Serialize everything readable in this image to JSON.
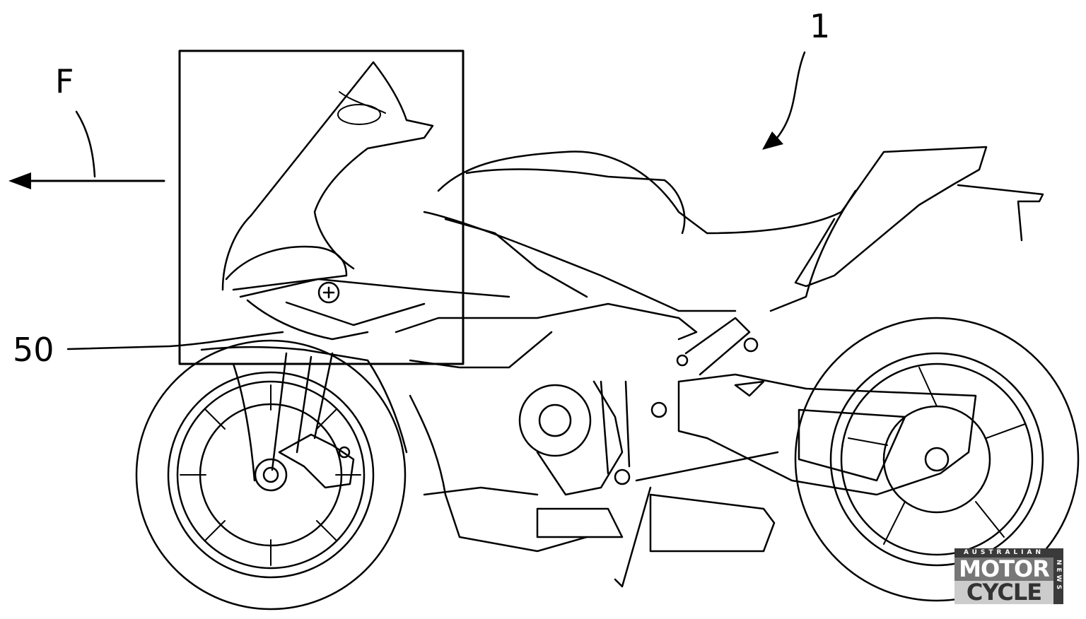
{
  "labels": {
    "vehicle_ref": "1",
    "direction_ref": "F",
    "component_ref": "50"
  },
  "logo": {
    "top": "AUSTRALIAN",
    "line1": "MOTOR",
    "line2": "CYCLE",
    "side": "NEWS"
  }
}
